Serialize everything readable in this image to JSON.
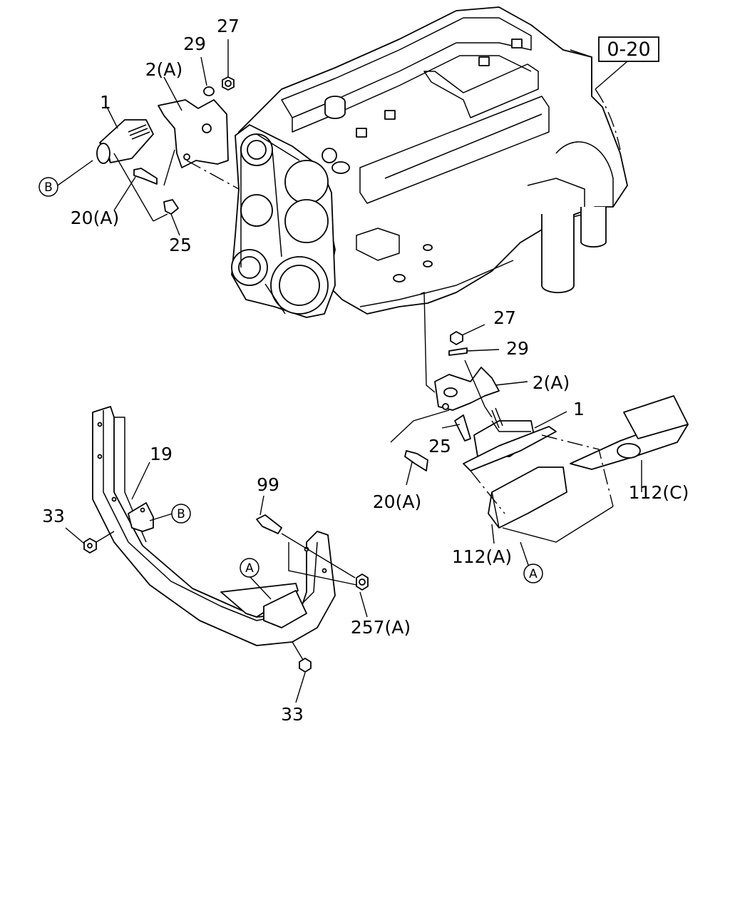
{
  "reference_box": "0-20",
  "callouts": {
    "c1_top": "1",
    "c2a_top": "2(A)",
    "c29_top": "29",
    "c27_top": "27",
    "c20a_top": "20(A)",
    "c25_top": "25",
    "c27_mid": "27",
    "c29_mid": "29",
    "c2a_mid": "2(A)",
    "c1_mid": "1",
    "c25_mid": "25",
    "c20a_mid": "20(A)",
    "c112c": "112(C)",
    "c112a": "112(A)",
    "c19": "19",
    "c99": "99",
    "c33_left": "33",
    "c257a": "257(A)",
    "c33_bottom": "33"
  },
  "circle_refs": {
    "b_top": "B",
    "b_crossmember": "B",
    "a_crossmember": "A",
    "a_shield": "A"
  }
}
